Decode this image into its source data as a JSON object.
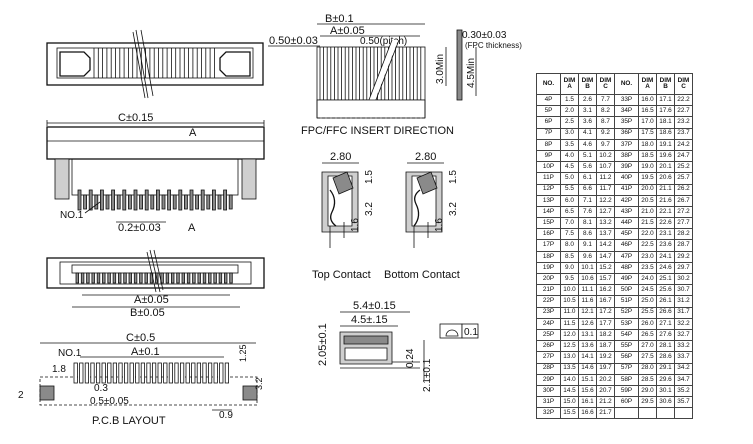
{
  "top_view": {
    "bottom_label": ""
  },
  "front_view": {
    "dim_c": "C±0.15",
    "ref_a1": "A",
    "ref_a2": "A",
    "no1": "NO.1",
    "pitch": "0.2±0.03"
  },
  "bottom_view": {
    "dim_a": "A±0.05",
    "dim_b": "B±0.05"
  },
  "pcb": {
    "dim_c": "C±0.5",
    "dim_a": "A±0.1",
    "no1": "NO.1",
    "d18": "1.8",
    "d03": "0.3",
    "d05": "0.5±0.05",
    "d2": "2",
    "d125": "1.25",
    "d32": "3.2",
    "d09": "0.9",
    "caption": "P.C.B LAYOUT"
  },
  "fpc": {
    "b": "B±0.1",
    "a": "A±0.05",
    "pitch": "0.50(pitch)",
    "left": "0.50±0.03",
    "t": "0.30±0.03",
    "thick": "(FPC thickness)",
    "min30": "3.0Min",
    "min45": "4.5Min",
    "caption": "FPC/FFC INSERT DIRECTION"
  },
  "contacts": {
    "w_top": "2.80",
    "w_bot": "2.80",
    "d15a": "1.5",
    "d32a": "3.2",
    "d16a": "1.6",
    "d15b": "1.5",
    "d32b": "3.2",
    "d16b": "1.6",
    "top_label": "Top Contact",
    "bottom_label": "Bottom Contact"
  },
  "side_view": {
    "d54": "5.4±0.15",
    "d45": "4.5±.15",
    "d205": "2.05±0.1",
    "d024": "0.24",
    "d21": "2.1±0.1",
    "flat": "0.1"
  },
  "table": {
    "headers": [
      "NO.",
      "DIM A",
      "DIM B",
      "DIM C",
      "NO.",
      "DIM A",
      "DIM B",
      "DIM C"
    ],
    "rows": [
      [
        "4P",
        "1.5",
        "2.6",
        "7.7",
        "33P",
        "16.0",
        "17.1",
        "22.2"
      ],
      [
        "5P",
        "2.0",
        "3.1",
        "8.2",
        "34P",
        "16.5",
        "17.6",
        "22.7"
      ],
      [
        "6P",
        "2.5",
        "3.6",
        "8.7",
        "35P",
        "17.0",
        "18.1",
        "23.2"
      ],
      [
        "7P",
        "3.0",
        "4.1",
        "9.2",
        "36P",
        "17.5",
        "18.6",
        "23.7"
      ],
      [
        "8P",
        "3.5",
        "4.6",
        "9.7",
        "37P",
        "18.0",
        "19.1",
        "24.2"
      ],
      [
        "9P",
        "4.0",
        "5.1",
        "10.2",
        "38P",
        "18.5",
        "19.6",
        "24.7"
      ],
      [
        "10P",
        "4.5",
        "5.6",
        "10.7",
        "39P",
        "19.0",
        "20.1",
        "25.2"
      ],
      [
        "11P",
        "5.0",
        "6.1",
        "11.2",
        "40P",
        "19.5",
        "20.6",
        "25.7"
      ],
      [
        "12P",
        "5.5",
        "6.6",
        "11.7",
        "41P",
        "20.0",
        "21.1",
        "26.2"
      ],
      [
        "13P",
        "6.0",
        "7.1",
        "12.2",
        "42P",
        "20.5",
        "21.6",
        "26.7"
      ],
      [
        "14P",
        "6.5",
        "7.6",
        "12.7",
        "43P",
        "21.0",
        "22.1",
        "27.2"
      ],
      [
        "15P",
        "7.0",
        "8.1",
        "13.2",
        "44P",
        "21.5",
        "22.6",
        "27.7"
      ],
      [
        "16P",
        "7.5",
        "8.6",
        "13.7",
        "45P",
        "22.0",
        "23.1",
        "28.2"
      ],
      [
        "17P",
        "8.0",
        "9.1",
        "14.2",
        "46P",
        "22.5",
        "23.6",
        "28.7"
      ],
      [
        "18P",
        "8.5",
        "9.6",
        "14.7",
        "47P",
        "23.0",
        "24.1",
        "29.2"
      ],
      [
        "19P",
        "9.0",
        "10.1",
        "15.2",
        "48P",
        "23.5",
        "24.6",
        "29.7"
      ],
      [
        "20P",
        "9.5",
        "10.6",
        "15.7",
        "49P",
        "24.0",
        "25.1",
        "30.2"
      ],
      [
        "21P",
        "10.0",
        "11.1",
        "16.2",
        "50P",
        "24.5",
        "25.6",
        "30.7"
      ],
      [
        "22P",
        "10.5",
        "11.6",
        "16.7",
        "51P",
        "25.0",
        "26.1",
        "31.2"
      ],
      [
        "23P",
        "11.0",
        "12.1",
        "17.2",
        "52P",
        "25.5",
        "26.6",
        "31.7"
      ],
      [
        "24P",
        "11.5",
        "12.6",
        "17.7",
        "53P",
        "26.0",
        "27.1",
        "32.2"
      ],
      [
        "25P",
        "12.0",
        "13.1",
        "18.2",
        "54P",
        "26.5",
        "27.6",
        "32.7"
      ],
      [
        "26P",
        "12.5",
        "13.6",
        "18.7",
        "55P",
        "27.0",
        "28.1",
        "33.2"
      ],
      [
        "27P",
        "13.0",
        "14.1",
        "19.2",
        "56P",
        "27.5",
        "28.6",
        "33.7"
      ],
      [
        "28P",
        "13.5",
        "14.6",
        "19.7",
        "57P",
        "28.0",
        "29.1",
        "34.2"
      ],
      [
        "29P",
        "14.0",
        "15.1",
        "20.2",
        "58P",
        "28.5",
        "29.6",
        "34.7"
      ],
      [
        "30P",
        "14.5",
        "15.6",
        "20.7",
        "59P",
        "29.0",
        "30.1",
        "35.2"
      ],
      [
        "31P",
        "15.0",
        "16.1",
        "21.2",
        "60P",
        "29.5",
        "30.6",
        "35.7"
      ],
      [
        "32P",
        "15.5",
        "16.6",
        "21.7",
        "",
        "",
        "",
        ""
      ]
    ]
  }
}
